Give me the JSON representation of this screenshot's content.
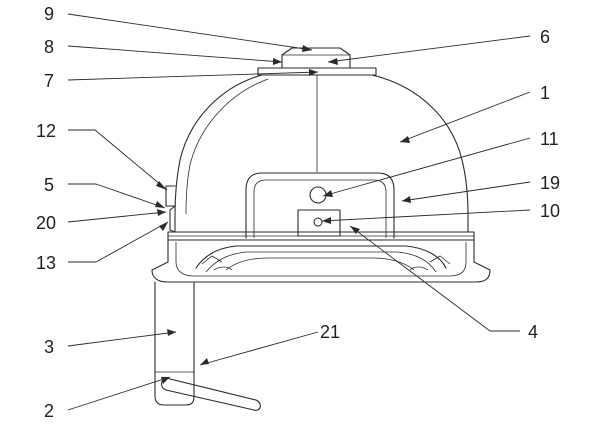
{
  "callouts": {
    "c9": "9",
    "c8": "8",
    "c7": "7",
    "c6": "6",
    "c1": "1",
    "c12": "12",
    "c11": "11",
    "c5": "5",
    "c19": "19",
    "c20": "20",
    "c10": "10",
    "c13": "13",
    "c4": "4",
    "c3": "3",
    "c21": "21",
    "c2": "2"
  }
}
